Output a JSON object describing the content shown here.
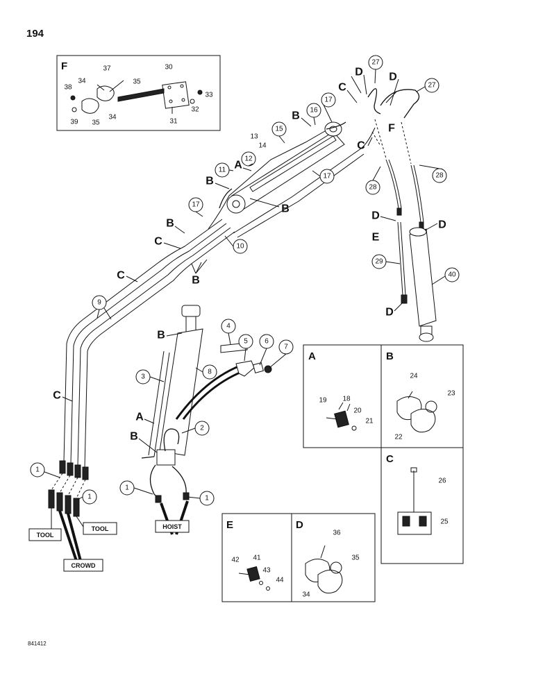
{
  "page_number": "194",
  "drawing_code": "841412",
  "callouts": {
    "c1a": "1",
    "c1b": "1",
    "c1c": "1",
    "c1d": "1",
    "c2": "2",
    "c3": "3",
    "c4": "4",
    "c5": "5",
    "c6": "6",
    "c7": "7",
    "c8": "8",
    "c9": "9",
    "c10": "10",
    "c11": "11",
    "c12": "12",
    "c15": "15",
    "c16": "16",
    "c17a": "17",
    "c17b": "17",
    "c17c": "17",
    "c27a": "27",
    "c27b": "27",
    "c28a": "28",
    "c28b": "28",
    "c29": "29",
    "c40": "40"
  },
  "plain_numbers": {
    "n13": "13",
    "n14": "14",
    "n18": "18",
    "n19": "19",
    "n20": "20",
    "n21": "21",
    "n22": "22",
    "n23": "23",
    "n24": "24",
    "n25": "25",
    "n26": "26",
    "n30": "30",
    "n31": "31",
    "n32": "32",
    "n33": "33",
    "n34a": "34",
    "n34b": "34",
    "n34c": "34",
    "n35a": "35",
    "n35b": "35",
    "n35c": "35",
    "n36": "36",
    "n37": "37",
    "n38": "38",
    "n39": "39",
    "n41": "41",
    "n42": "42",
    "n43": "43",
    "n44": "44"
  },
  "letters": {
    "a1": "A",
    "a2": "A",
    "b1": "B",
    "b2": "B",
    "b3": "B",
    "b4": "B",
    "b5": "B",
    "b6": "B",
    "b7": "B",
    "b8": "B",
    "c1": "C",
    "c2": "C",
    "c3": "C",
    "c4": "C",
    "c5": "C",
    "c6": "C",
    "d1": "D",
    "d2": "D",
    "d3": "D",
    "d4": "D",
    "d5": "D",
    "e1": "E",
    "f1": "F"
  },
  "panels": {
    "A": "A",
    "B": "B",
    "C": "C",
    "D": "D",
    "E": "E",
    "F": "F"
  },
  "boxes": {
    "tool_left": "TOOL",
    "tool_right": "TOOL",
    "crowd": "CROWD",
    "hoist": "HOIST"
  }
}
